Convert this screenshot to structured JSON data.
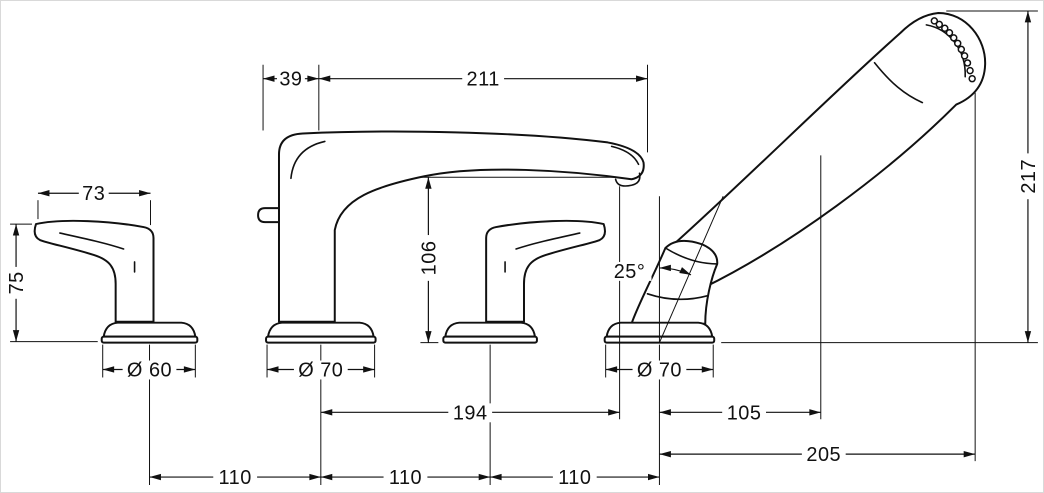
{
  "diagram": {
    "dims": {
      "spout_offset": "39",
      "spout_reach": "211",
      "handle_length": "73",
      "handle_height": "75",
      "spout_outlet_height": "106",
      "overall_height": "217",
      "holder_angle": "25°",
      "handle_escutcheon_dia": "Ø 60",
      "spout_escutcheon_dia": "Ø 70",
      "shower_escutcheon_dia": "Ø 70",
      "center_to_outlet": "194",
      "shower_projection_inner": "105",
      "shower_projection_outer": "205",
      "hole_spacing_1": "110",
      "hole_spacing_2": "110",
      "hole_spacing_3": "110"
    }
  }
}
